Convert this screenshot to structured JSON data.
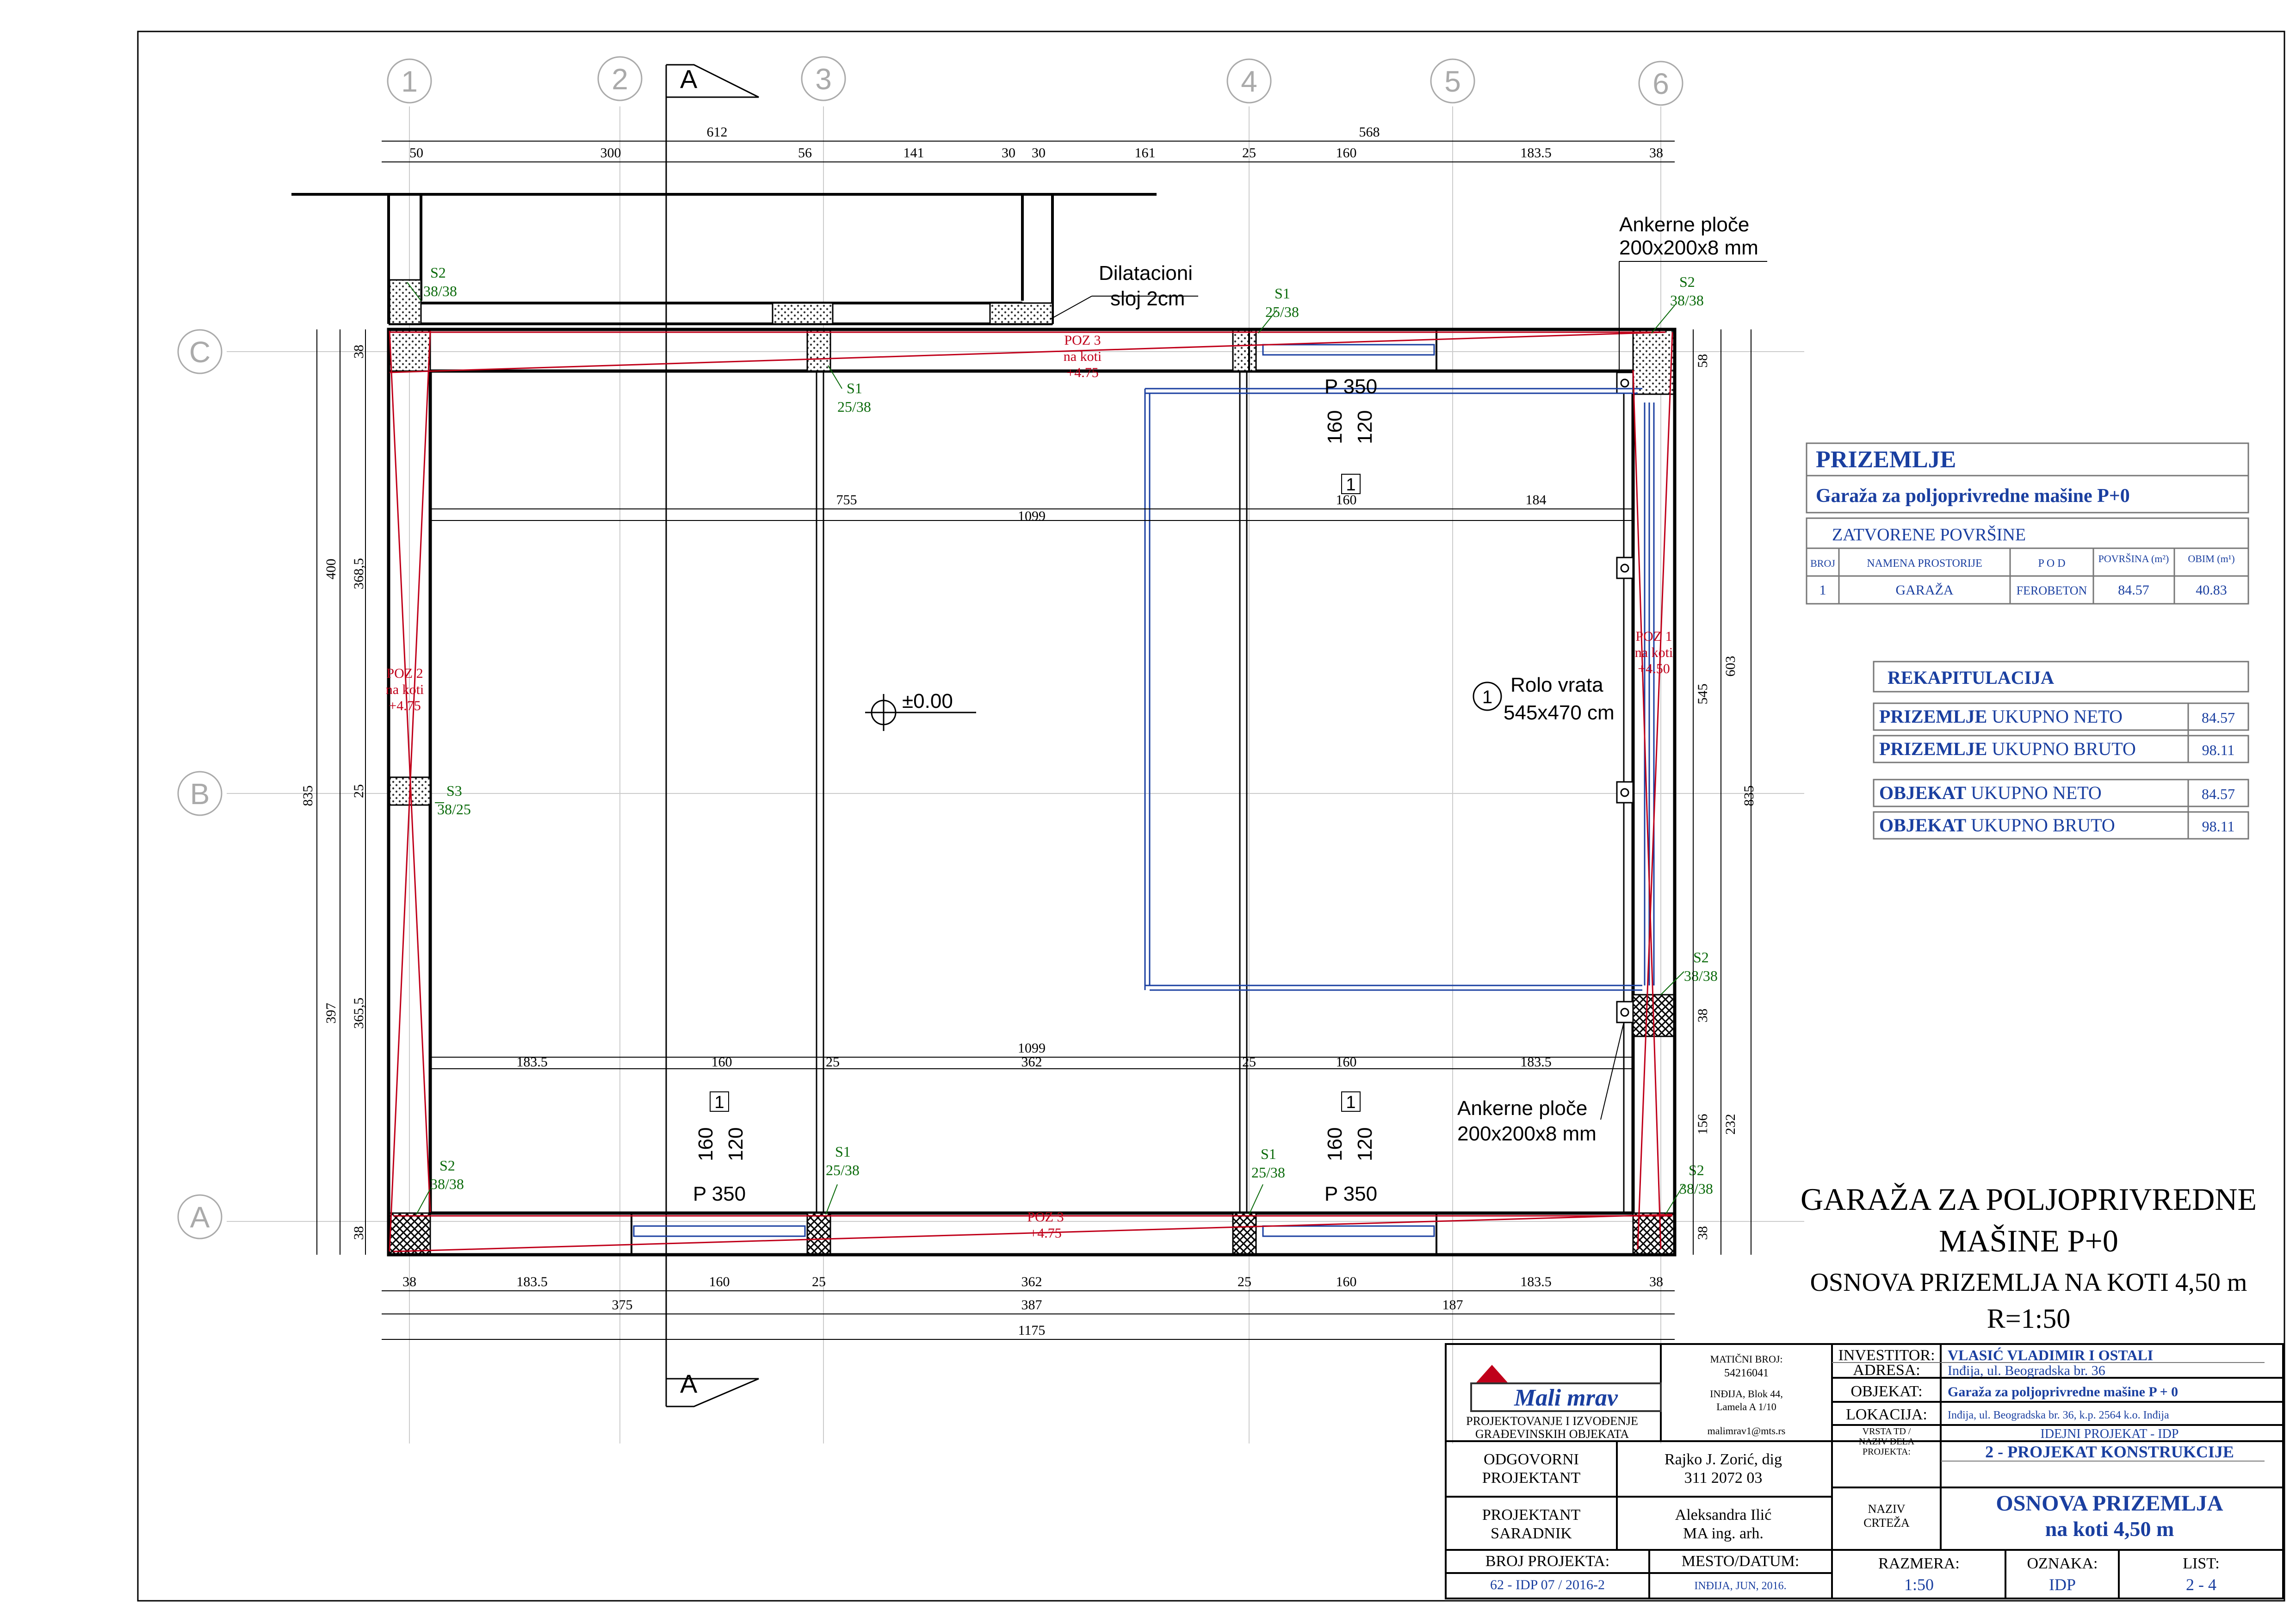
{
  "grid": {
    "columns": [
      "1",
      "2",
      "3",
      "4",
      "5",
      "6"
    ],
    "rows": [
      "C",
      "B",
      "A"
    ],
    "section": "A"
  },
  "dims": {
    "top_total_a": "612",
    "top_total_b": "568",
    "top": [
      "50",
      "300",
      "56",
      "141",
      "30",
      "30",
      "161",
      "25",
      "160",
      "183.5",
      "38"
    ],
    "bottom": [
      "38",
      "183.5",
      "160",
      "25",
      "362",
      "25",
      "160",
      "183.5",
      "38"
    ],
    "bottom_mid": [
      "375",
      "387",
      "187"
    ],
    "bottom_total": "1175",
    "left_outer": "835",
    "left_a": [
      "38",
      "400",
      "368,5",
      "25",
      "397",
      "365,5",
      "38"
    ],
    "right_outer": "835",
    "right": [
      "58",
      "603",
      "545",
      "38",
      "232",
      "156",
      "38"
    ],
    "inner_top": [
      "755",
      "160",
      "184"
    ],
    "inner_top_total": "1099",
    "inner_bottom_total": "1099",
    "inner_bottom": [
      "183.5",
      "160",
      "25",
      "362",
      "25",
      "160",
      "183.5"
    ]
  },
  "labels": {
    "dilatacioni_1": "Dilatacioni",
    "dilatacioni_2": "sloj 2cm",
    "ankerne_1": "Ankerne ploče",
    "ankerne_2": "200x200x8 mm",
    "rolo_num": "1",
    "rolo_1": "Rolo vrata",
    "rolo_2": "545x470 cm",
    "level": "±0.00",
    "p350": "P 350",
    "w160": "160",
    "w120": "120",
    "win_num": "1"
  },
  "columns_tags": {
    "s2": "S2",
    "s2_dim": "38/38",
    "s1": "S1",
    "s1_dim": "25/38",
    "s3": "S3",
    "s3_dim": "38/25"
  },
  "beams": {
    "poz3_top": "POZ 3",
    "poz3_top_2": "na koti",
    "poz3_top_3": "+4.75",
    "poz2": "POZ 2",
    "poz2_2": "na koti",
    "poz2_3": "+4.75",
    "poz1": "POZ 1",
    "poz1_2": "na koti",
    "poz1_3": "+4.50",
    "poz3_bot": "POZ 3",
    "poz3_bot_2": "+4.75"
  },
  "table": {
    "title": "PRIZEMLJE",
    "subtitle": "Garaža za poljoprivredne mašine  P+0",
    "section": "ZATVORENE  POVRŠINE",
    "headers": [
      "BROJ",
      "NAMENA  PROSTORIJE",
      "P O D",
      "POVRŠINA (m²)",
      "OBIM (m¹)"
    ],
    "row": [
      "1",
      "GARAŽA",
      "FEROBETON",
      "84.57",
      "40.83"
    ]
  },
  "recap": {
    "title": "REKAPITULACIJA",
    "rows": [
      {
        "bold": "PRIZEMLJE",
        "rest": " UKUPNO NETO",
        "val": "84.57"
      },
      {
        "bold": "PRIZEMLJE",
        "rest": " UKUPNO BRUTO",
        "val": "98.11"
      },
      {
        "bold": "OBJEKAT",
        "rest": " UKUPNO NETO",
        "val": "84.57"
      },
      {
        "bold": "OBJEKAT",
        "rest": " UKUPNO BRUTO",
        "val": "98.11"
      }
    ]
  },
  "drawing_title": {
    "l1": "GARAŽA ZA POLJOPRIVREDNE",
    "l2": "MAŠINE   P+0",
    "l3": "OSNOVA PRIZEMLJA NA KOTI 4,50 m",
    "l4": "R=1:50"
  },
  "titleblock": {
    "logo": "Mali mrav",
    "firm_1": "PROJEKTOVANJE I IZVOĐENJE",
    "firm_2": "GRAĐEVINSKIH OBJEKATA",
    "mb_label": "MATIČNI BROJ:",
    "mb_value": "54216041",
    "addr_1": "INĐIJA, Blok 44,",
    "addr_2": "Lamela A 1/10",
    "email": "malimrav1@mts.rs",
    "investitor_l": "INVESTITOR:",
    "investitor": "VLASIĆ VLADIMIR I OSTALI",
    "adresa_l": "ADRESA:",
    "adresa": "Inđija, ul. Beogradska br. 36",
    "objekat_l": "OBJEKAT:",
    "objekat": "Garaža za poljoprivredne mašine   P + 0",
    "lokacija_l": "LOKACIJA:",
    "lokacija": "Inđija, ul. Beogradska br. 36, k.p. 2564 k.o. Inđija",
    "odg_1": "ODGOVORNI",
    "odg_2": "PROJEKTANT",
    "odg_name": "Rajko J. Zorić, dig",
    "odg_num": "311 2072 03",
    "vrsta_1": "VRSTA TD /",
    "vrsta_2": "NAZIV DELA",
    "vrsta_3": "PROJEKTA:",
    "idp": "IDEJNI PROJEKAT - IDP",
    "konstr": "2 - PROJEKAT KONSTRUKCIJE",
    "saradnik_1": "PROJEKTANT",
    "saradnik_2": "SARADNIK",
    "sar_name": "Aleksandra Ilić",
    "sar_title": "MA ing. arh.",
    "naziv_1": "NAZIV",
    "naziv_2": "CRTEŽA",
    "crtez_1": "OSNOVA  PRIZEMLJA",
    "crtez_2": "na koti 4,50 m",
    "broj_l": "BROJ PROJEKTA:",
    "broj": "62 - IDP 07 / 2016-2",
    "mesto_l": "MESTO/DATUM:",
    "mesto": "INĐIJA, JUN, 2016.",
    "razmera_l": "RAZMERA:",
    "razmera": "1:50",
    "oznaka_l": "OZNAKA:",
    "oznaka": "IDP",
    "list_l": "LIST:",
    "list": "2 - 4"
  }
}
